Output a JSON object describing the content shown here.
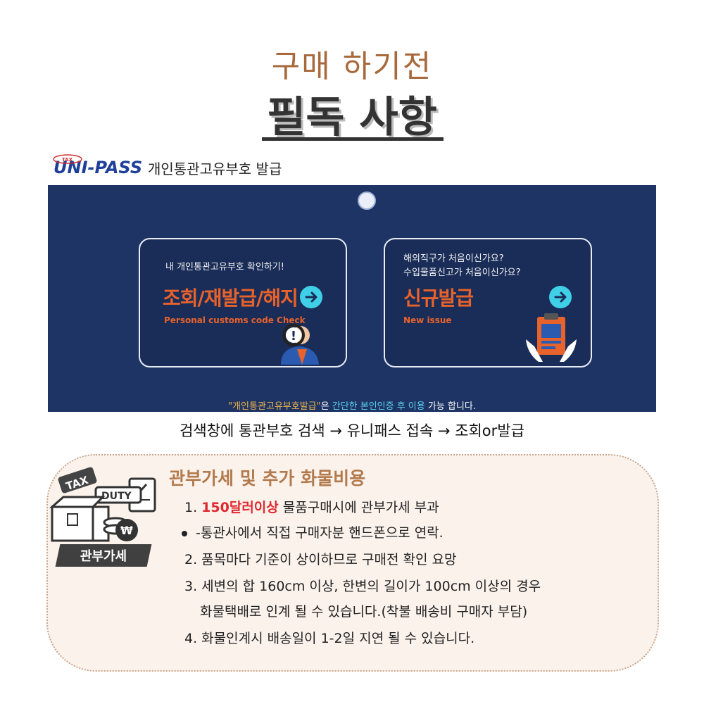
{
  "header": {
    "subtitle": "구매 하기전",
    "title": "필독 사항"
  },
  "unipass": {
    "logo_text": "UNI-PASS",
    "logo_tag": "TAX",
    "heading": "개인통관고유부호  발급"
  },
  "banner": {
    "card_check": {
      "small": "내 개인통관고유부호 확인하기!",
      "big": "조회/재발급/해지",
      "english": "Personal customs code Check"
    },
    "card_new": {
      "small_line1": "해외직구가 처음이신가요?",
      "small_line2": "수입물품신고가 처음이신가요?",
      "big": "신규발급",
      "english": "New issue"
    },
    "note_quote": "\"개인통관고유부호발급\"",
    "note_mid": "은 ",
    "note_cyan": "간단한 본인인증 후 이용",
    "note_end": " 가능 합니다."
  },
  "guide_text": "검색창에 통관부호 검색 → 유니패스 접속 → 조회or발급",
  "info": {
    "illus_tax": "TAX",
    "illus_duty": "DUTY",
    "illus_label": "관부가세",
    "title": "관부가세 및 추가 화물비용",
    "item1_prefix": "1. ",
    "item1_highlight": "150달러이상",
    "item1_rest": " 물품구매시에 관부가세 부과",
    "bullet": "-통관사에서 직접 구매자분 핸드폰으로 연락.",
    "item2": "2. 품목마다 기준이 상이하므로 구매전 확인 요망",
    "item3_line1": "3. 세변의 합 160cm 이상, 한변의 길이가 100cm 이상의 경우",
    "item3_line2": "화물택배로 인계 될 수 있습니다.(착불 배송비 구매자 부담)",
    "item4": "4. 화물인계시 배송일이 1-2일 지연 될 수 있습니다."
  },
  "colors": {
    "accent_brown": "#a86a3c",
    "banner_navy": "#1d3464",
    "orange": "#e8622b",
    "cyan": "#3fd0e8",
    "red": "#e0282f"
  }
}
